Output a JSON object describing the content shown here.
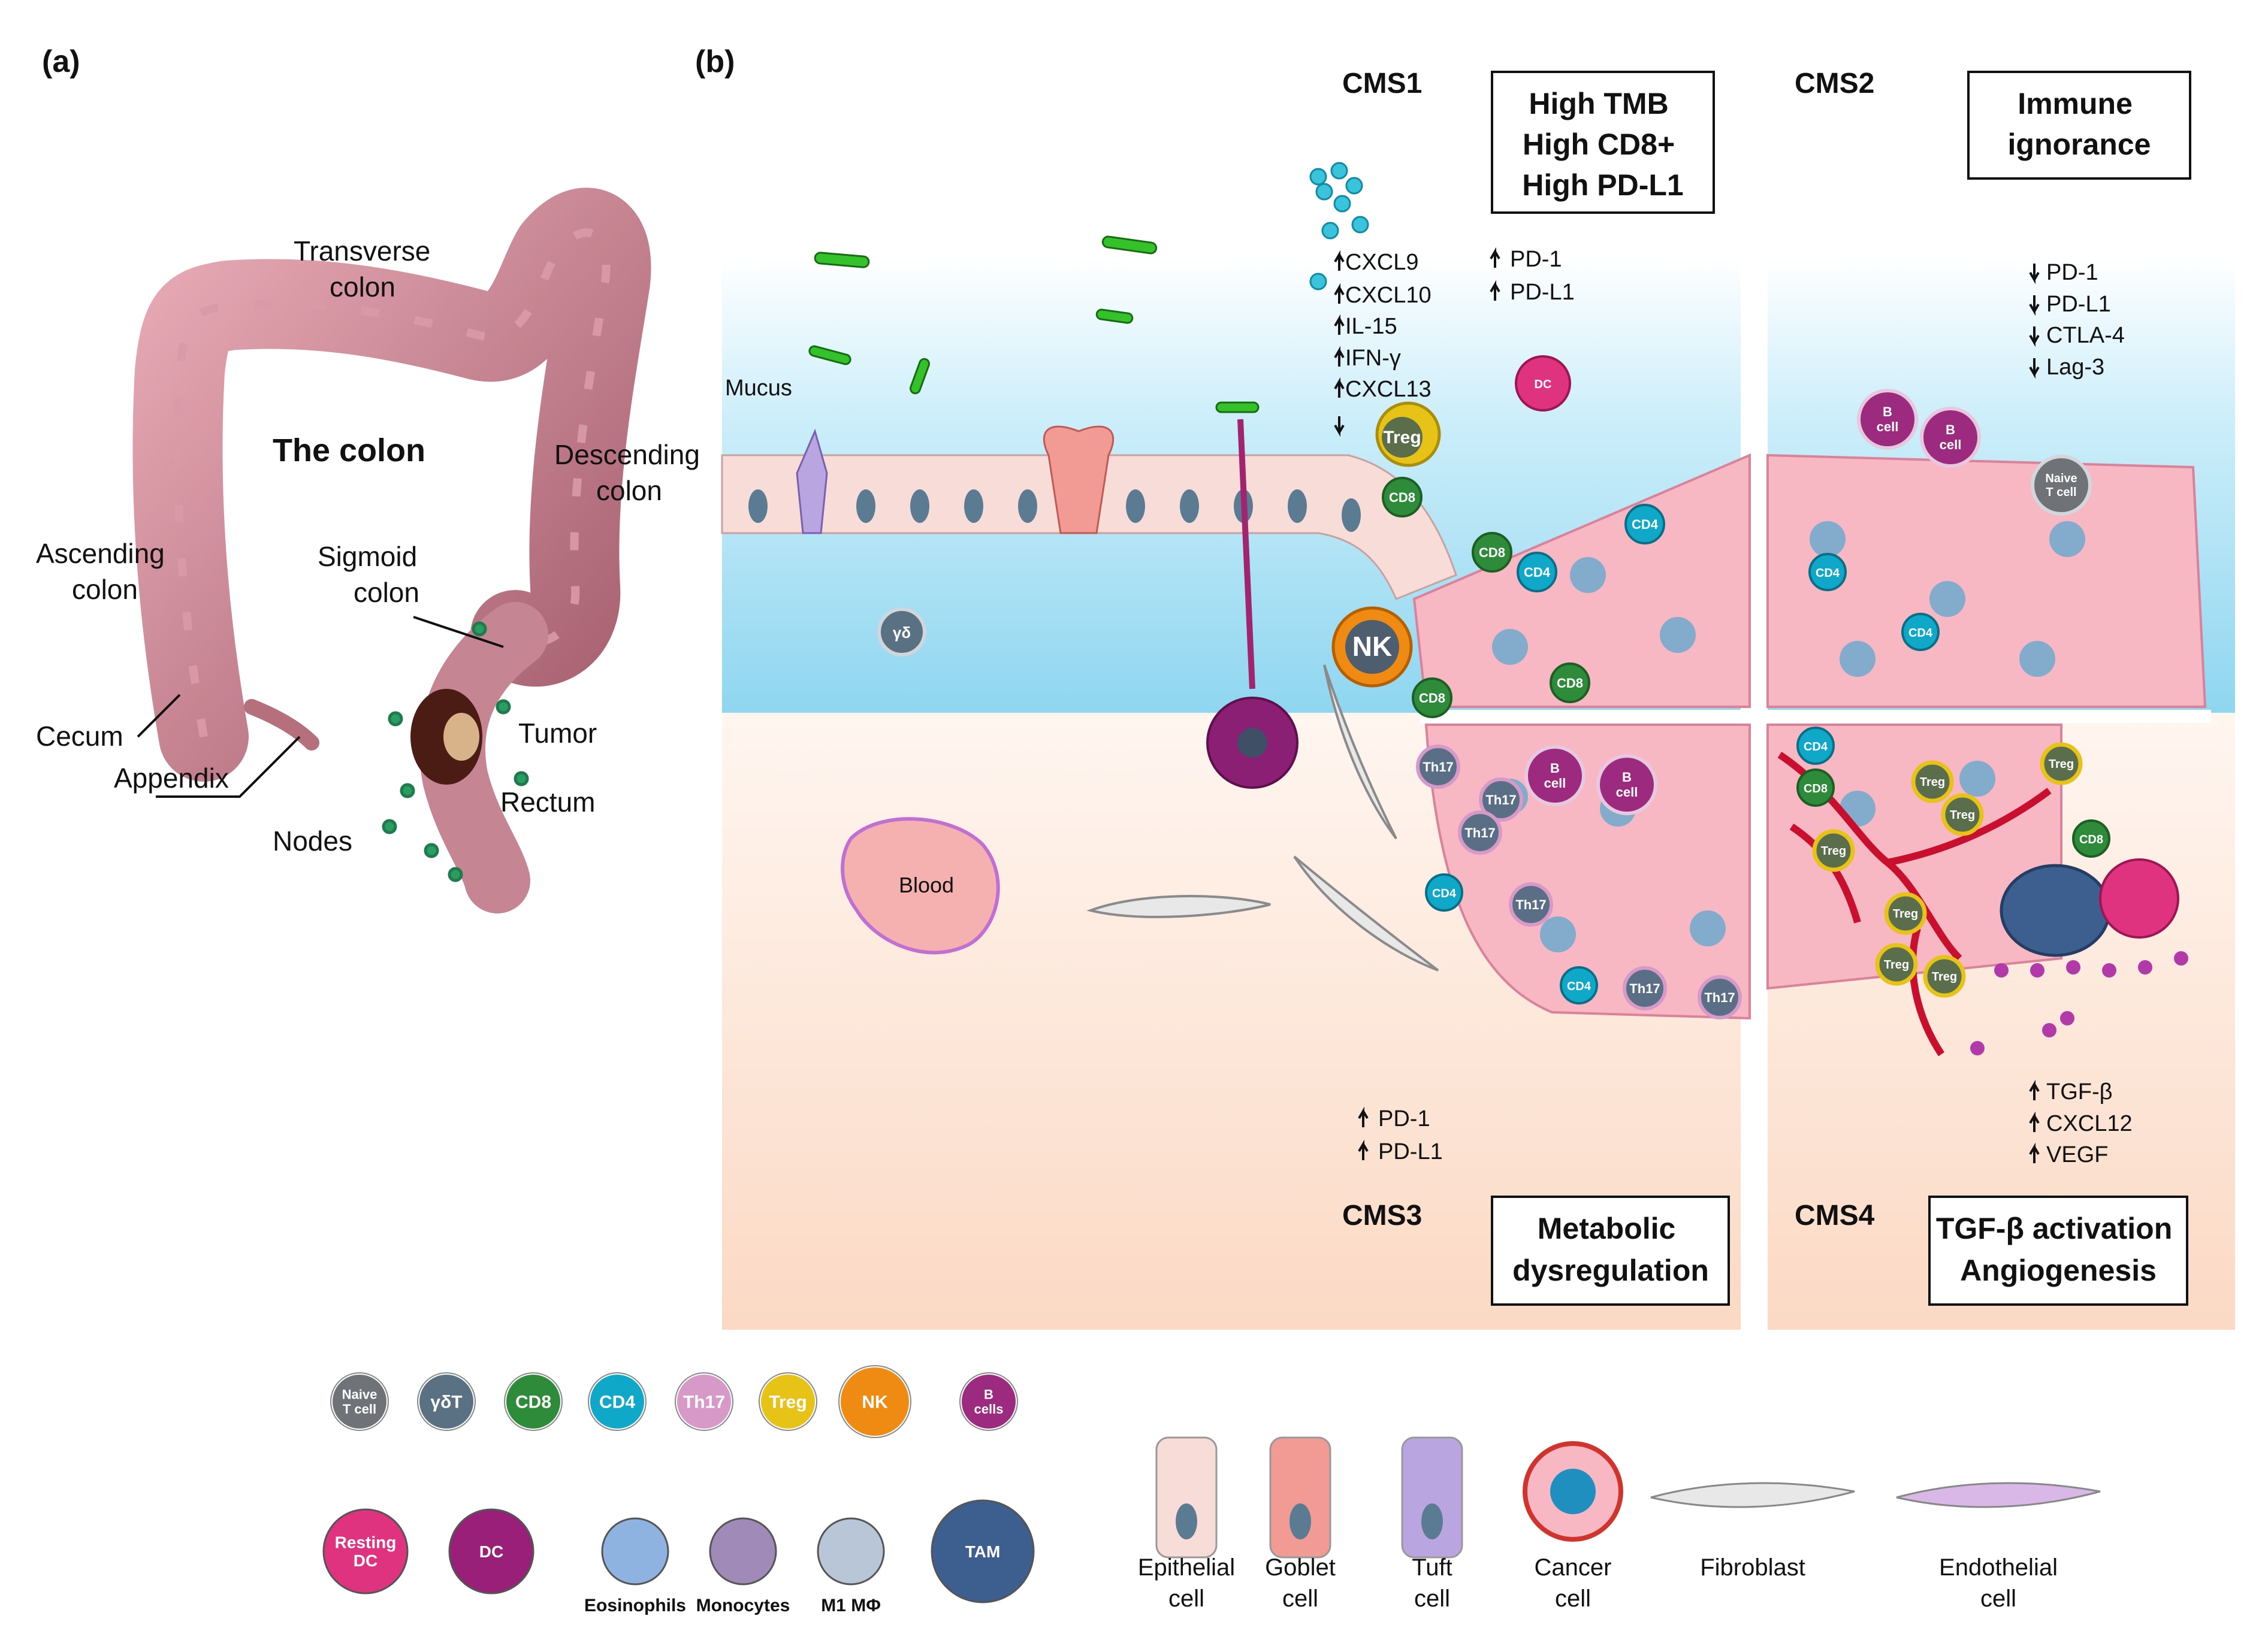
{
  "panel_a": {
    "letter": "(a)",
    "title": "The colon",
    "labels": {
      "transverse": [
        "Transverse",
        "colon"
      ],
      "descending": [
        "Descending",
        "colon"
      ],
      "ascending": [
        "Ascending",
        "colon"
      ],
      "sigmoid": [
        "Sigmoid",
        "colon"
      ],
      "cecum": "Cecum",
      "appendix": "Appendix",
      "tumor": "Tumor",
      "rectum": "Rectum",
      "nodes": "Nodes"
    }
  },
  "panel_b": {
    "letter": "(b)",
    "mucus": "Mucus",
    "blood": "Blood",
    "cms1": {
      "title": "CMS1",
      "box": [
        "High TMB",
        "High CD8+",
        "High PD-L1"
      ],
      "markers_left": [
        "CXCL9",
        "CXCL10",
        "IL-15",
        "IFN-γ",
        "CXCL13"
      ],
      "markers_right": [
        "PD-1",
        "PD-L1"
      ]
    },
    "cms2": {
      "title": "CMS2",
      "box": [
        "Immune",
        "ignorance"
      ],
      "markers": [
        "PD-1",
        "PD-L1",
        "CTLA-4",
        "Lag-3"
      ]
    },
    "cms3": {
      "title": "CMS3",
      "box": [
        "Metabolic",
        "dysregulation"
      ],
      "markers": [
        "PD-1",
        "PD-L1"
      ]
    },
    "cms4": {
      "title": "CMS4",
      "box": [
        "TGF-β activation",
        "Angiogenesis"
      ],
      "markers": [
        "TGF-β",
        "CXCL12",
        "VEGF"
      ]
    },
    "cell_tags": {
      "treg": "Treg",
      "nk": "NK",
      "cd8": "CD8",
      "cd4": "CD4",
      "th17": "Th17",
      "bcell": [
        "B",
        "cell"
      ],
      "naive": [
        "Naive",
        "T cell"
      ],
      "gd": "γδ",
      "dc": "DC"
    }
  },
  "legend": {
    "immune_cells": [
      {
        "label": [
          "Naive",
          "T cell"
        ],
        "color": "#6f7378"
      },
      {
        "label": [
          "γδT"
        ],
        "color": "#5a7184"
      },
      {
        "label": [
          "CD8"
        ],
        "color": "#2e8b3a"
      },
      {
        "label": [
          "CD4"
        ],
        "color": "#10a8c8"
      },
      {
        "label": [
          "Th17"
        ],
        "color": "#d79ac8"
      },
      {
        "label": [
          "Treg"
        ],
        "color": "#e6c316"
      },
      {
        "label": [
          "NK"
        ],
        "color": "#ef8a12"
      },
      {
        "label": [
          "B",
          "cells"
        ],
        "color": "#9c2a7e"
      }
    ],
    "myeloid_cells": [
      {
        "label": [
          "Resting",
          "DC"
        ],
        "caption": "",
        "color": "#e0337f"
      },
      {
        "label": [
          "DC"
        ],
        "caption": "",
        "color": "#9a1f78"
      },
      {
        "label": [],
        "caption": "Eosinophils",
        "color": "#8fb3e0"
      },
      {
        "label": [],
        "caption": "Monocytes",
        "color": "#a08ab8"
      },
      {
        "label": [],
        "caption": "M1 MΦ",
        "color": "#b8c6d8"
      },
      {
        "label": [
          "TAM"
        ],
        "caption": "",
        "color": "#3d5f8f"
      }
    ],
    "tissue_cells": [
      {
        "label": [
          "Epithelial",
          "cell"
        ]
      },
      {
        "label": [
          "Goblet",
          "cell"
        ]
      },
      {
        "label": [
          "Tuft",
          "cell"
        ]
      },
      {
        "label": [
          "Cancer",
          "cell"
        ]
      },
      {
        "label": [
          "Fibroblast"
        ]
      },
      {
        "label": [
          "Endothelial",
          "cell"
        ]
      }
    ]
  }
}
